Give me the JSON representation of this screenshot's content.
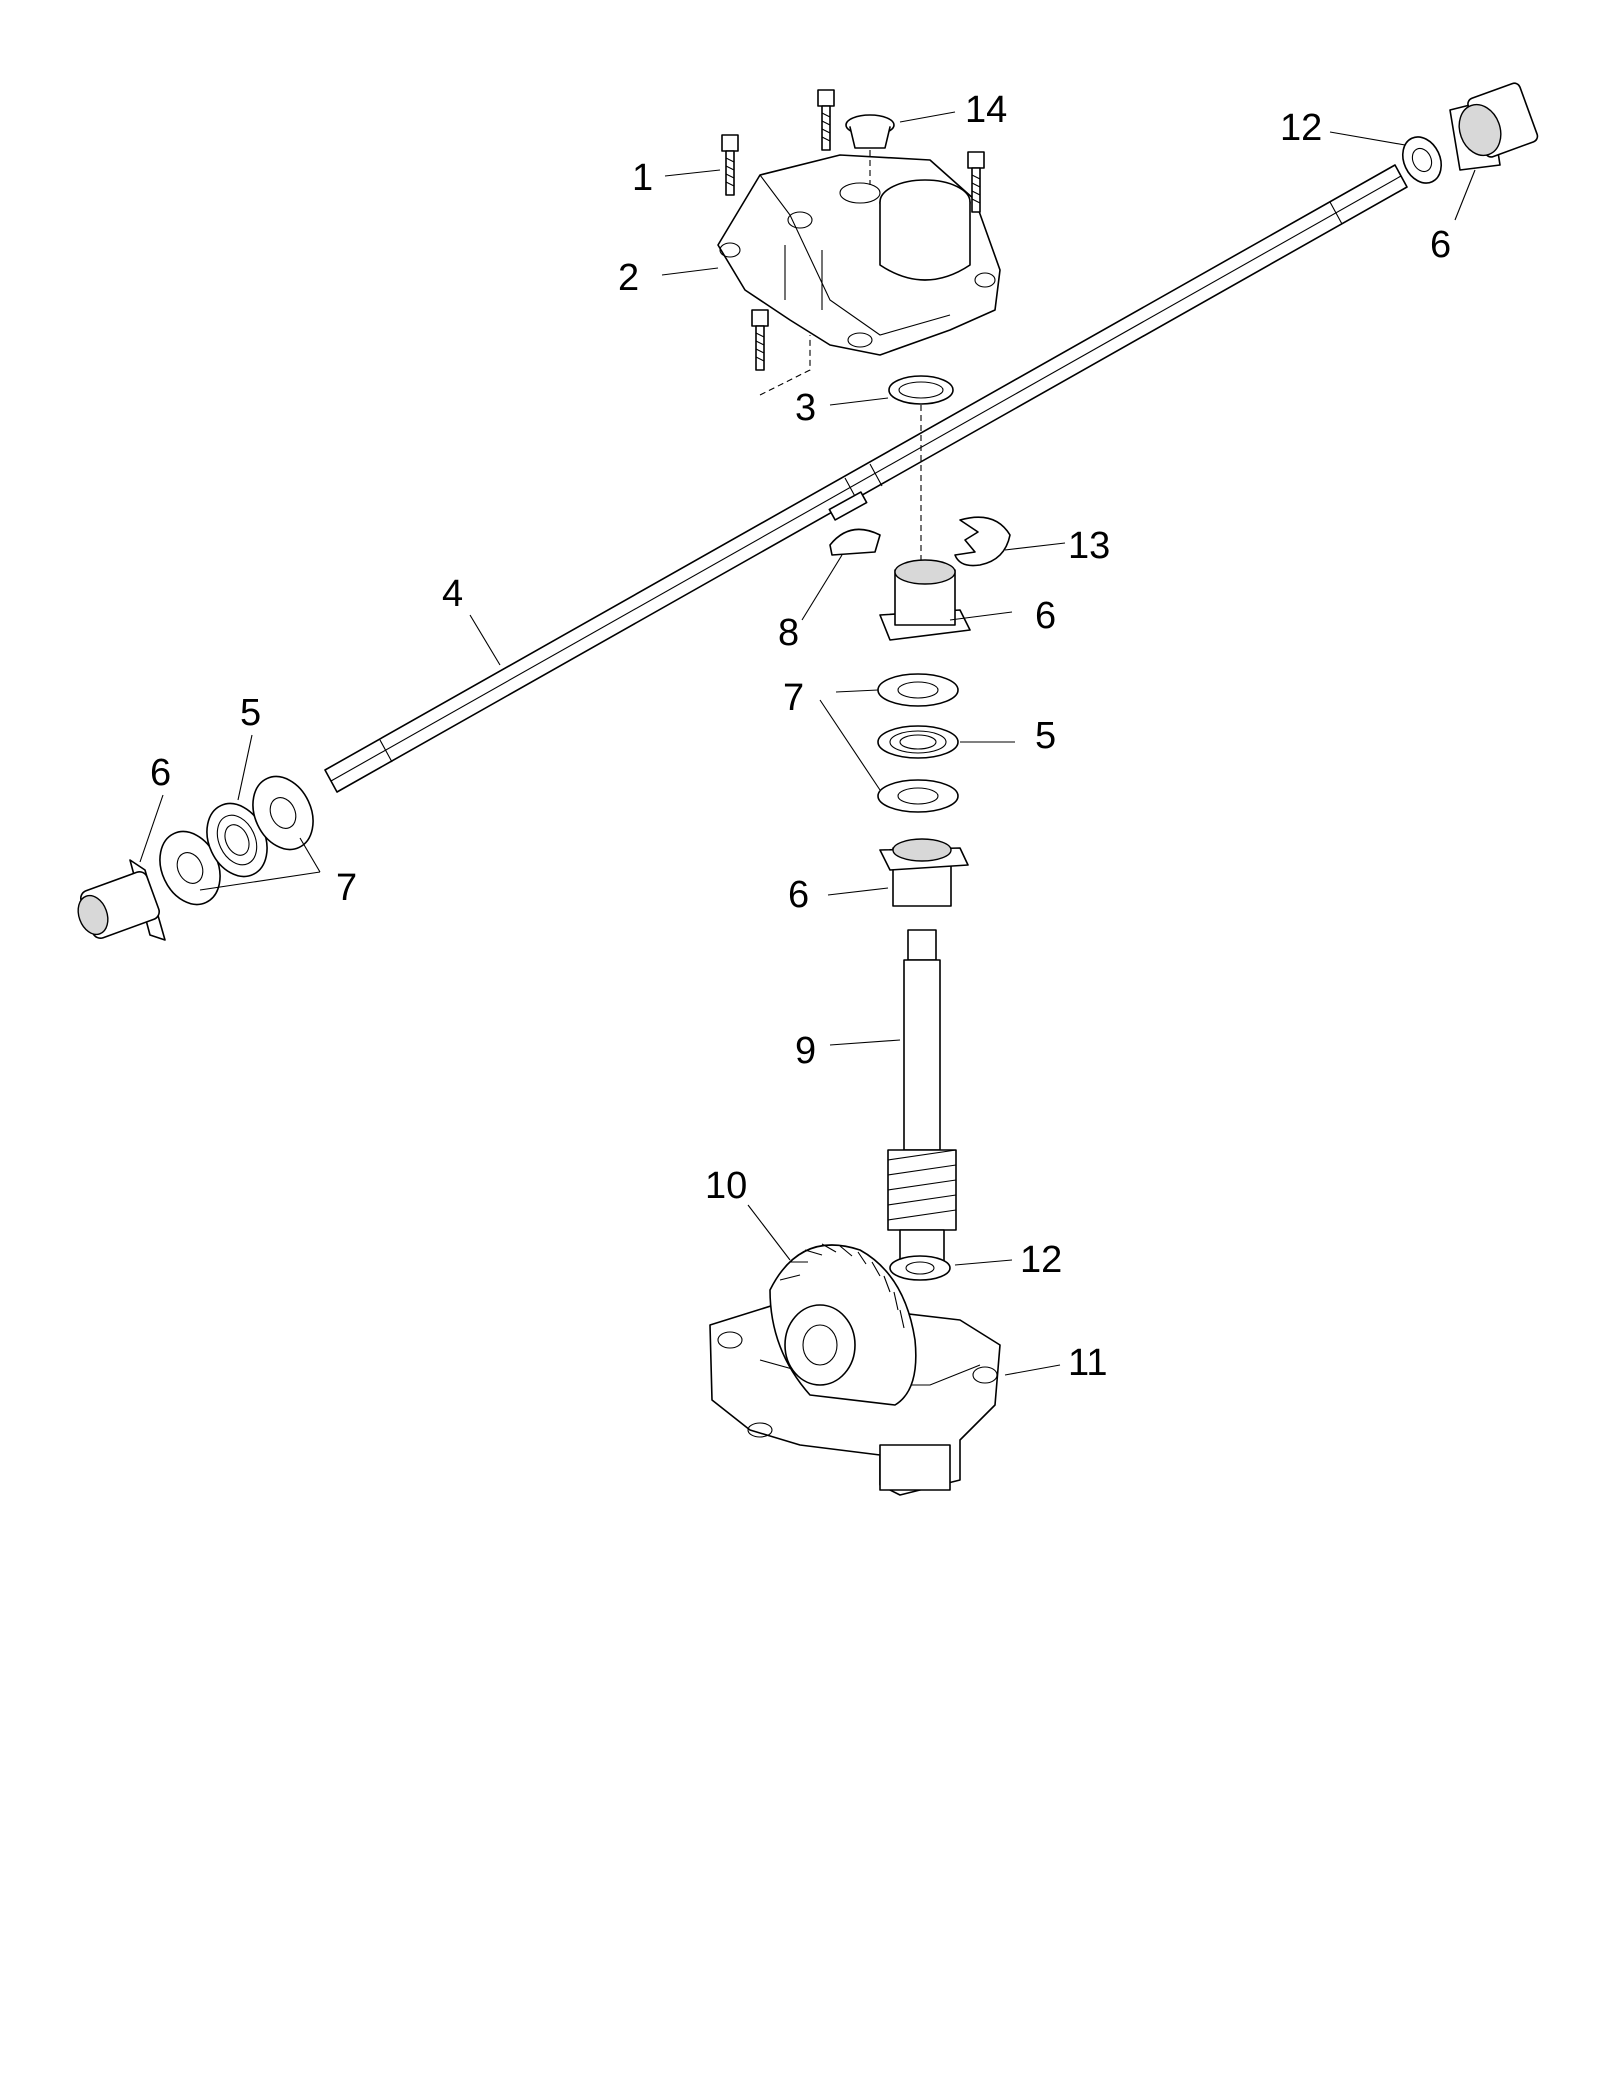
{
  "callouts": [
    {
      "id": "c1",
      "text": "1"
    },
    {
      "id": "c2",
      "text": "2"
    },
    {
      "id": "c3",
      "text": "3"
    },
    {
      "id": "c4",
      "text": "4"
    },
    {
      "id": "c5a",
      "text": "5"
    },
    {
      "id": "c5b",
      "text": "5"
    },
    {
      "id": "c6a",
      "text": "6"
    },
    {
      "id": "c6b",
      "text": "6"
    },
    {
      "id": "c6c",
      "text": "6"
    },
    {
      "id": "c6d",
      "text": "6"
    },
    {
      "id": "c7a",
      "text": "7"
    },
    {
      "id": "c7b",
      "text": "7"
    },
    {
      "id": "c8",
      "text": "8"
    },
    {
      "id": "c9",
      "text": "9"
    },
    {
      "id": "c10",
      "text": "10"
    },
    {
      "id": "c11",
      "text": "11"
    },
    {
      "id": "c12a",
      "text": "12"
    },
    {
      "id": "c12b",
      "text": "12"
    },
    {
      "id": "c13",
      "text": "13"
    },
    {
      "id": "c14",
      "text": "14"
    }
  ]
}
